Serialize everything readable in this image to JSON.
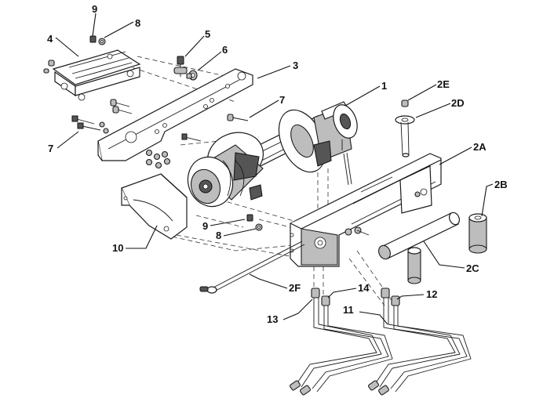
{
  "diagram": {
    "callouts": [
      {
        "id": "c9a",
        "label": "9"
      },
      {
        "id": "c8a",
        "label": "8"
      },
      {
        "id": "c4",
        "label": "4"
      },
      {
        "id": "c5",
        "label": "5"
      },
      {
        "id": "c6",
        "label": "6"
      },
      {
        "id": "c3",
        "label": "3"
      },
      {
        "id": "c1",
        "label": "1"
      },
      {
        "id": "c2E",
        "label": "2E"
      },
      {
        "id": "c7a",
        "label": "7"
      },
      {
        "id": "c2D",
        "label": "2D"
      },
      {
        "id": "c7b",
        "label": "7"
      },
      {
        "id": "c2A",
        "label": "2A"
      },
      {
        "id": "c2B",
        "label": "2B"
      },
      {
        "id": "c9b",
        "label": "9"
      },
      {
        "id": "c8b",
        "label": "8"
      },
      {
        "id": "c10",
        "label": "10"
      },
      {
        "id": "c2C",
        "label": "2C"
      },
      {
        "id": "c2F",
        "label": "2F"
      },
      {
        "id": "c14",
        "label": "14"
      },
      {
        "id": "c12",
        "label": "12"
      },
      {
        "id": "c13",
        "label": "13"
      },
      {
        "id": "c11",
        "label": "11"
      }
    ]
  }
}
